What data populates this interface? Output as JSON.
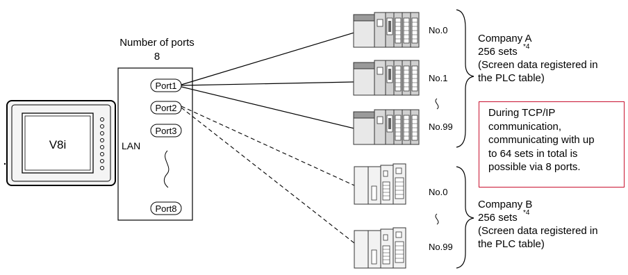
{
  "header": {
    "ports_label": "Number of ports",
    "ports_count": "8"
  },
  "display": {
    "model": "V8i",
    "network": "LAN"
  },
  "ports": [
    "Port1",
    "Port2",
    "Port3",
    "Port8"
  ],
  "company_a": {
    "name": "Company A",
    "sets": "256 sets",
    "footnote": "*4",
    "desc_line1": "(Screen data registered in",
    "desc_line2": "the PLC table)",
    "station_labels": [
      "No.0",
      "No.1",
      "No.99"
    ]
  },
  "company_b": {
    "name": "Company B",
    "sets": "256 sets",
    "footnote": "*4",
    "desc_line1": "(Screen data registered in",
    "desc_line2": "the PLC table)",
    "station_labels": [
      "No.0",
      "No.99"
    ]
  },
  "note": {
    "lines": [
      "During TCP/IP",
      "communication,",
      "communicating with up",
      "to 64 sets in total is",
      "possible via 8 ports."
    ],
    "border_color": "#c8102e"
  },
  "connections": {
    "company_a_style": "solid",
    "company_b_style": "dashed"
  }
}
